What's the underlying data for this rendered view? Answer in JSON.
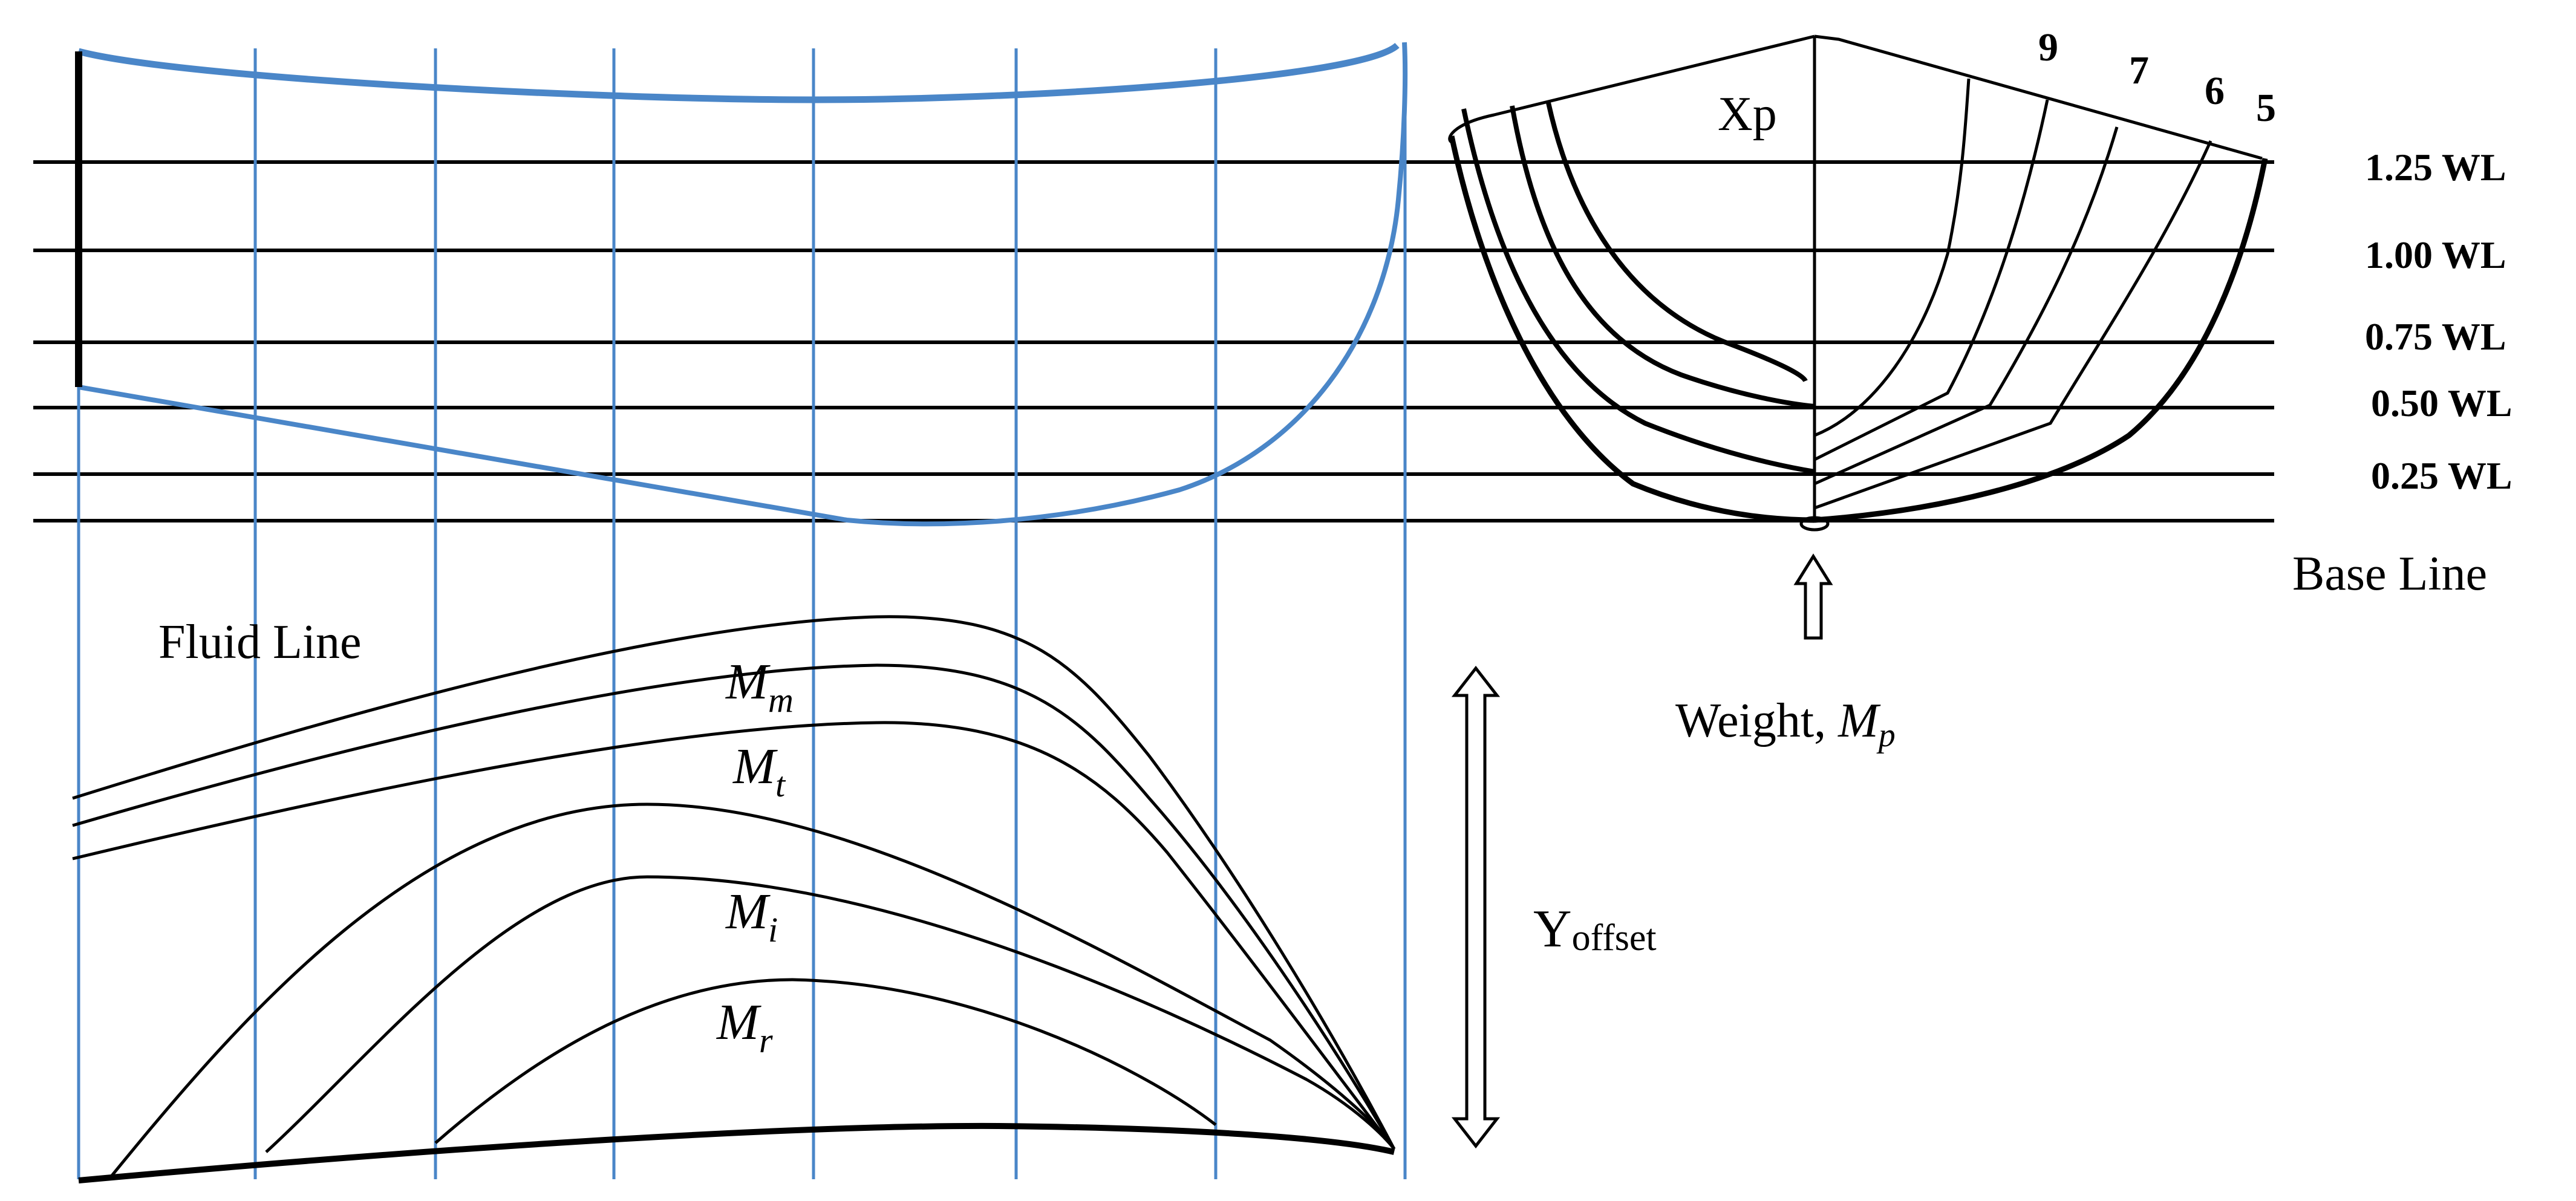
{
  "body_plan": {
    "station_labels": [
      "9",
      "7",
      "6",
      "5"
    ],
    "point_label": "Xp"
  },
  "waterlines": [
    {
      "label": "1.25 WL"
    },
    {
      "label": "1.00 WL"
    },
    {
      "label": "0.75 WL"
    },
    {
      "label": "0.50 WL"
    },
    {
      "label": "0.25 WL"
    }
  ],
  "base_line_label": "Base Line",
  "weight_label": {
    "text": "Weight, ",
    "symbol": "M",
    "sub": "p"
  },
  "fluid_line_label": "Fluid Line",
  "offset_label": {
    "main": "Y",
    "sub": "offset"
  },
  "mass_curves": [
    {
      "symbol": "M",
      "sub": "m"
    },
    {
      "symbol": "M",
      "sub": "t"
    },
    {
      "symbol": "M",
      "sub": "i"
    },
    {
      "symbol": "M",
      "sub": "r"
    }
  ],
  "colors": {
    "station_blue": "#4a86c8",
    "line_black": "#000000"
  }
}
